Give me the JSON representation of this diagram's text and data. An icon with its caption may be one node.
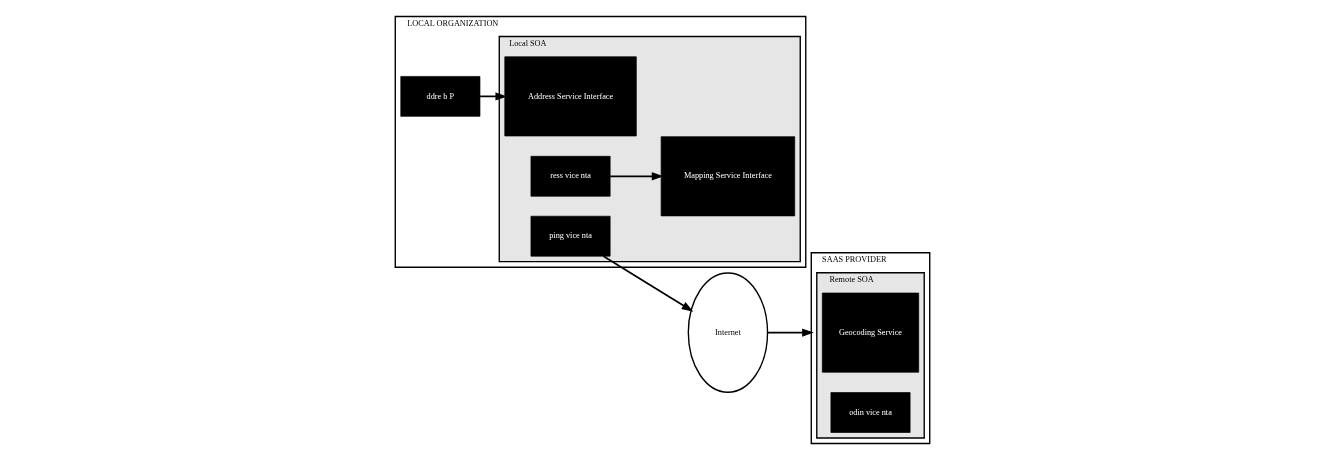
{
  "diagram": {
    "nodes": [
      {
        "text": [
          "LOCAL ORGANIZATION"
        ]
      },
      {
        "text": [
          "Local SOA"
        ],
        "in": 0
      },
      {
        "text": [
          "ddre b P"
        ],
        "in": 0
      },
      {
        "text": [
          "Address Service Interface"
        ],
        "in": 1
      },
      {
        "text": [
          "ress vice nta"
        ],
        "in": 1
      },
      {
        "text": [
          "Mapping Service Interface"
        ],
        "in": 1
      },
      {
        "text": [
          "ping vice nta"
        ],
        "in": 1
      },
      {
        "text": [
          "Internet"
        ]
      },
      {
        "text": [
          "SAAS PROVIDER"
        ]
      },
      {
        "text": [
          "Remote SOA"
        ],
        "in": 8
      },
      {
        "text": [
          "Geocoding Service"
        ],
        "in": 9
      },
      {
        "text": [
          "odin vice nta"
        ],
        "in": 9
      }
    ],
    "edges": [
      {
        "from": 2,
        "to": 3,
        "arrow": "to"
      },
      {
        "from": 4,
        "to": 5,
        "arrow": "to"
      },
      {
        "from": 6,
        "to": 7,
        "arrow": "to"
      },
      {
        "from": 7,
        "to": 8,
        "arrow": "to"
      }
    ]
  }
}
